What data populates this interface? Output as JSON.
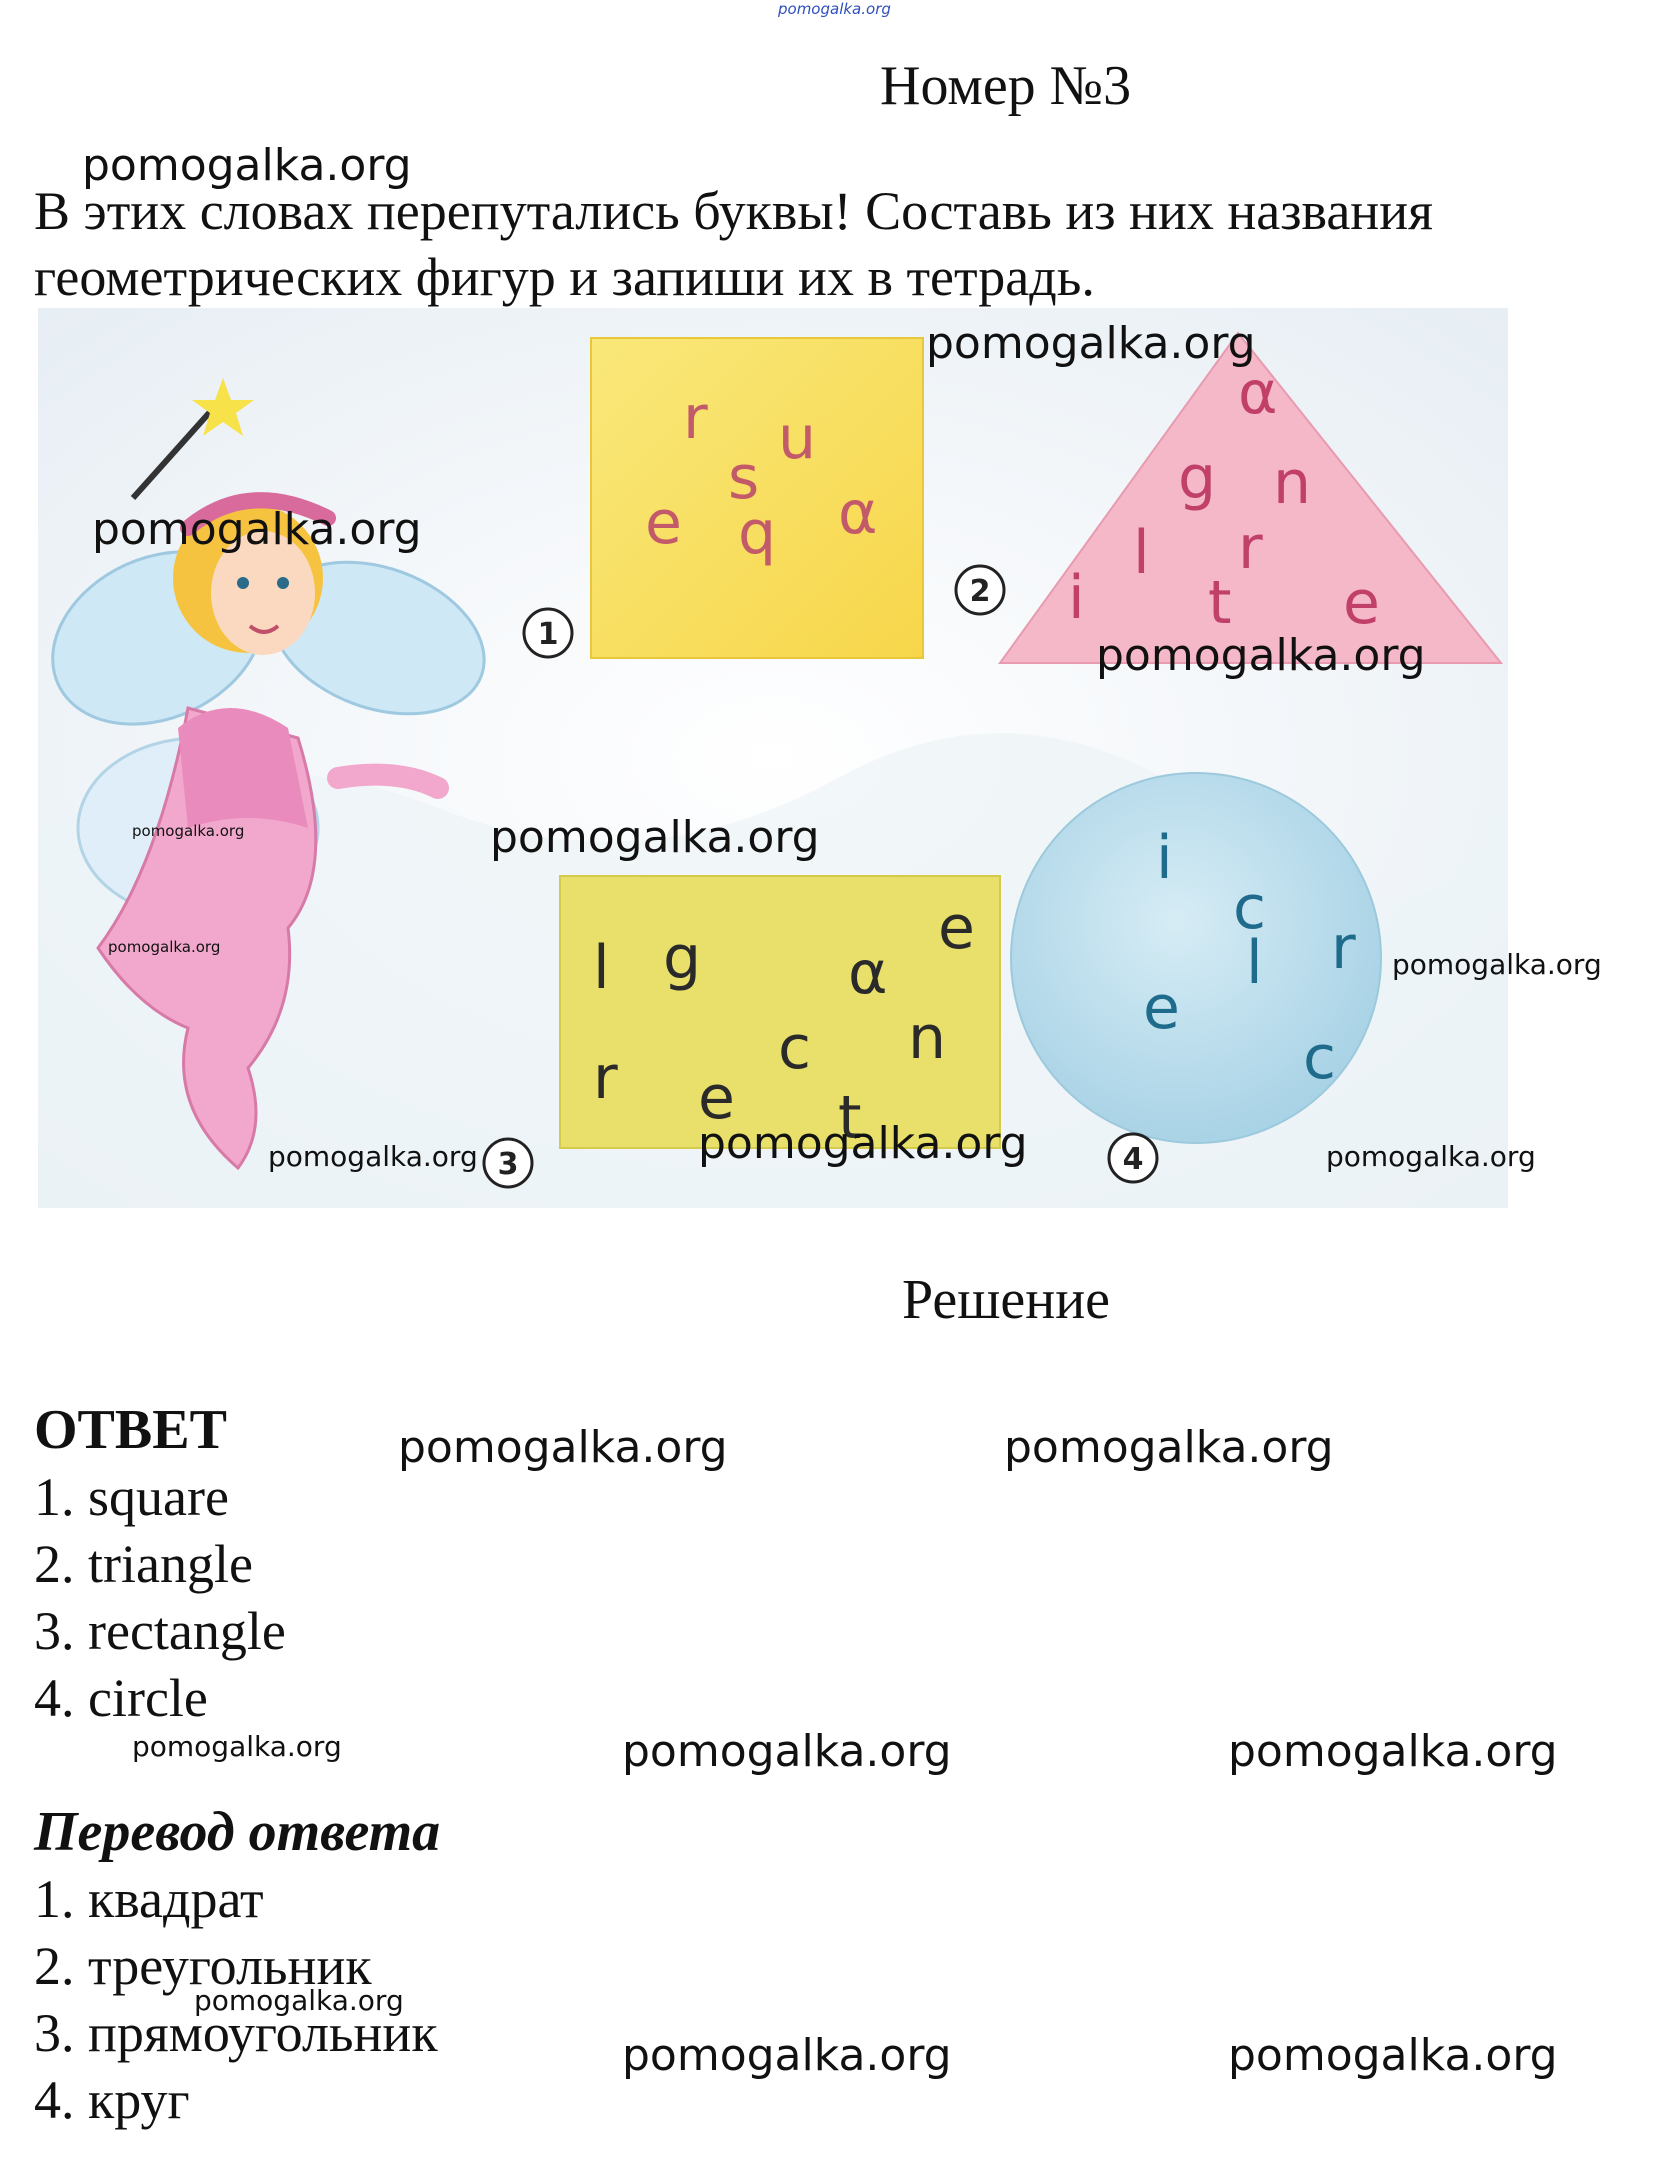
{
  "watermark": "pomogalka.org",
  "page_title": "Номер №3",
  "task_lines": [
    "В этих словах перепутались буквы! Составь из них названия",
    "геометрических фигур и запиши их в тетрадь."
  ],
  "puzzles": [
    {
      "number": "1",
      "shape": "square",
      "color": "#f6e25a",
      "letters": [
        "r",
        "u",
        "s",
        "e",
        "q",
        "α"
      ]
    },
    {
      "number": "2",
      "shape": "triangle",
      "color": "#f4b8c8",
      "letters": [
        "α",
        "g",
        "n",
        "l",
        "r",
        "i",
        "t",
        "e"
      ]
    },
    {
      "number": "3",
      "shape": "rectangle",
      "color": "#e8e06a",
      "letters": [
        "l",
        "g",
        "α",
        "e",
        "r",
        "e",
        "c",
        "t",
        "n"
      ]
    },
    {
      "number": "4",
      "shape": "circle",
      "color": "#b9dcea",
      "letters": [
        "i",
        "c",
        "l",
        "r",
        "e",
        "c"
      ]
    }
  ],
  "solution_heading": "Решение",
  "answer_heading": "ОТВЕТ",
  "answers": [
    "1. square",
    "2. triangle",
    "3. rectangle",
    "4. circle"
  ],
  "translation_heading": "Перевод ответа",
  "translations": [
    "1. квадрат",
    "2. треугольник",
    "3. прямоугольник",
    "4. круг"
  ]
}
